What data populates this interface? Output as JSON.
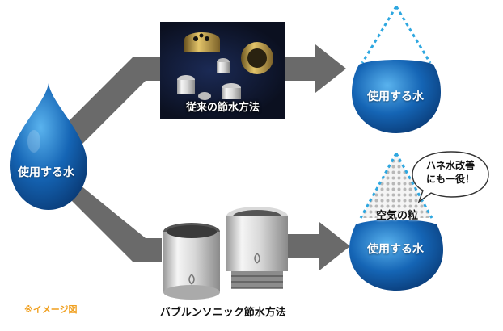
{
  "left_drop": {
    "label": "使用する水"
  },
  "top_path": {
    "caption": "従来の節水方法",
    "result_label": "使用する水"
  },
  "bottom_path": {
    "caption": "バブルンソニック節水方法",
    "air_label": "空気の粒",
    "result_label": "使用する水",
    "speech_bubble": {
      "line1": "ハネ水改善",
      "line2": "にも一役！"
    }
  },
  "note": "※イメージ図",
  "colors": {
    "water_dark": "#0a3d7a",
    "water_mid": "#1565b5",
    "water_light": "#4aa6e8",
    "arrow": "#6a6a6a",
    "dotted_outline": "#2ea7e0",
    "note": "#f0a020"
  }
}
